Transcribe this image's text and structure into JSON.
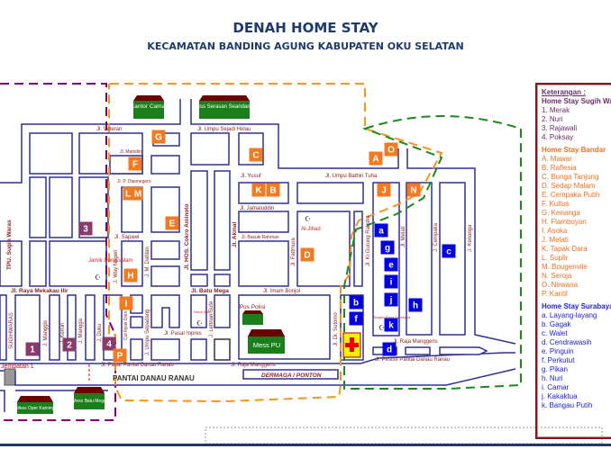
{
  "header": {
    "title": "DENAH HOME STAY",
    "subtitle": "KECAMATAN BANDING AGUNG KABUPATEN OKU SELATAN"
  },
  "legend": {
    "title": "Keterangan :",
    "groups": [
      {
        "name": "Home Stay Sugih Waras",
        "items": [
          "1. Merak",
          "2. Nuri",
          "3. Rajawali",
          "4. Poksay"
        ]
      },
      {
        "name": "Home Stay Bandar",
        "items": [
          "A. Mawar",
          "B. Raflesia",
          "C. Bunga Tanjung",
          "D. Sedap Malam",
          "E. Cempaka Putih",
          "F. Kultus",
          "G. Kenanga",
          "H. Flamboyan",
          "I.   Asoka",
          "J.  Melati",
          "K. Tapak Dara",
          "L.  Suplir",
          "M. Bougenvile",
          "N.  Seroja",
          "O. Nirwana",
          "P. Kantil"
        ]
      },
      {
        "name": "Home Stay Surabaya",
        "items": [
          "a. Layang-layang",
          "b. Gagak",
          "c. Walet",
          "d. Cendrawasih",
          "e. Pinguin",
          "f.  Perkutut",
          "g. Pikan",
          "h. Nuri",
          "i.  Camar",
          "j.  Kakaktua",
          "k. Bangau Putih"
        ]
      }
    ]
  },
  "colors": {
    "sugih_waras": "#8b3a6e",
    "bandar": "#f47a20",
    "surabaya": "#0000e0",
    "road": "#2e3192",
    "building_green": "#1a7f1a",
    "roof": "#6b0000"
  },
  "buildings": {
    "kantor_camat": "Kantor Camat",
    "mess_serasan": "Mess Serasan Seandanan",
    "pos_polisi": "Pos Polisi",
    "mess_pu": "Mess PU",
    "mess_batu_mega": "Mess Batu Mega",
    "mess_oper_kaming": "Mess Oper Kaming"
  },
  "mosques": {
    "jamik": "Jamik Darussalam",
    "al_jihad": "Al-Jihad",
    "nurul_iman": "Nurul Iman",
    "masjid_raya": "Masjid Raya Surabaya"
  },
  "streets": {
    "veteran": "Jl. Veteran",
    "sejadi": "Jl. Umpu Sejadi Helau",
    "mahidin": "Jl. Mahidin",
    "diponegoro": "Jl. P. Diponegoro",
    "yusuf": "Jl. Yusuf",
    "bathin": "Jl. Umpu Bathin Tuha",
    "jamaluddin": "Jl. Jamaluddin",
    "basuki": "Jl. Basuki Rahman",
    "sapawi": "Jl. Sapawi",
    "fattmura": "Jl. Fattmura",
    "gurung": "Jl. Ki Gurung Raksha",
    "melati": "Jl. Melati",
    "cempaka": "J. Cempaka",
    "kenanga": "J. Kenanga",
    "akmal": "Jl. Akmal",
    "cokro": "Jl. HOS. Cokro Aminoto",
    "waynegeri": "J. Way Negeri",
    "dahlan": "J. M. Dahlan",
    "mekakau": "Jl. Raya Mekakau Ilir",
    "batumega": "Jl. Batu Mega",
    "bonjol": "Jl. Imam Bonjol",
    "sugihwaras": "SUGIHWARAS",
    "manggis": "J. Manggis",
    "kemiri": "J. Kemiri",
    "mangga": "J. Mangga",
    "duku": "J. Duku",
    "cutnyak": "Cut Nyak Dien",
    "sepadang": "J. Umpu Sepadang",
    "inpres": "Jl. Pasar Inpres",
    "lettnan": "J. Lettnan Sufe",
    "sutomo": "Jl. Dr. Sutomo",
    "pasarpantai": "Jl. Pasar Pantai Danau Ranau",
    "raja1": "Jl. Raja Manggeris",
    "raja2": "Jl. Raja Manggeris",
    "pesisir": "Jl. Pesisir Pantai Danau Ranau",
    "jembatan": "Jembatan 1",
    "pantai": "PANTAI DANAU RANAU",
    "dermaga": "DERMAGA / PONTON",
    "tpu": "TPU. Sugih Waras"
  },
  "markers": {
    "sugih_waras": [
      "1",
      "2",
      "3",
      "4"
    ],
    "bandar": [
      "A",
      "B",
      "C",
      "D",
      "E",
      "F",
      "G",
      "H",
      "I",
      "J",
      "K",
      "L",
      "M",
      "N",
      "O",
      "P"
    ],
    "surabaya": [
      "a",
      "b",
      "c",
      "d",
      "e",
      "f",
      "g",
      "h",
      "i",
      "j",
      "k"
    ]
  }
}
